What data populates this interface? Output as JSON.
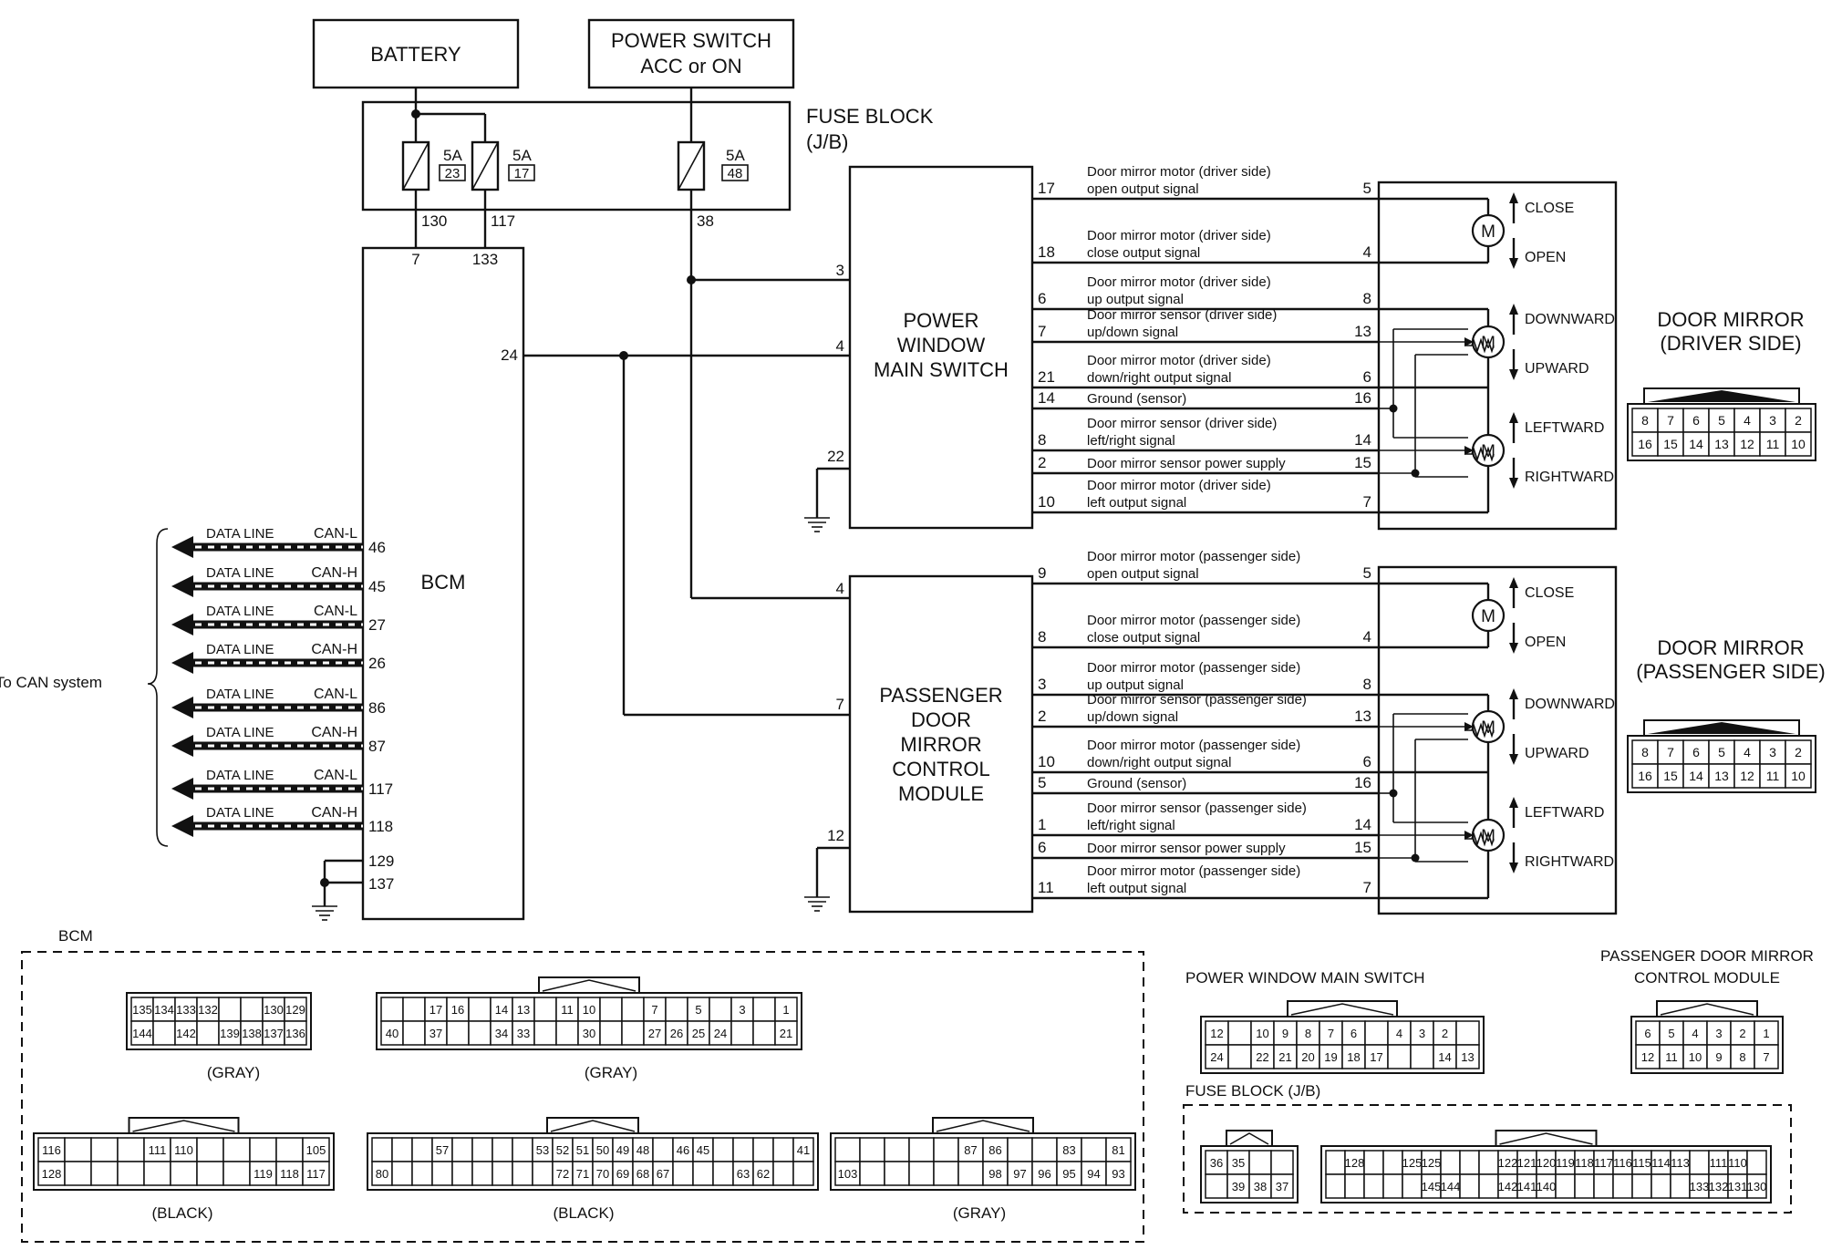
{
  "top": {
    "battery": "BATTERY",
    "power_switch_line1": "POWER SWITCH",
    "power_switch_line2": "ACC or ON",
    "fuse_block_line1": "FUSE BLOCK",
    "fuse_block_line2": "(J/B)",
    "fuses": [
      {
        "amp": "5A",
        "num": "23",
        "pin": "130"
      },
      {
        "amp": "5A",
        "num": "17",
        "pin": "117"
      },
      {
        "amp": "5A",
        "num": "48",
        "pin": "38"
      }
    ]
  },
  "bcm": {
    "label": "BCM",
    "pin_7": "7",
    "pin_133": "133",
    "pin_24": "24",
    "can_label": "To CAN system",
    "can_lines": [
      {
        "data": "DATA LINE",
        "type": "CAN-L",
        "pin": "46"
      },
      {
        "data": "DATA LINE",
        "type": "CAN-H",
        "pin": "45"
      },
      {
        "data": "DATA LINE",
        "type": "CAN-L",
        "pin": "27"
      },
      {
        "data": "DATA LINE",
        "type": "CAN-H",
        "pin": "26"
      },
      {
        "data": "DATA LINE",
        "type": "CAN-L",
        "pin": "86"
      },
      {
        "data": "DATA LINE",
        "type": "CAN-H",
        "pin": "87"
      },
      {
        "data": "DATA LINE",
        "type": "CAN-L",
        "pin": "117"
      },
      {
        "data": "DATA LINE",
        "type": "CAN-H",
        "pin": "118"
      }
    ],
    "ground_pins": [
      "129",
      "137"
    ]
  },
  "pwms": {
    "line1": "POWER",
    "line2": "WINDOW",
    "line3": "MAIN SWITCH",
    "pin_in_3": "3",
    "pin_in_4": "4",
    "pin_gnd": "22"
  },
  "pdmcm": {
    "line1": "PASSENGER",
    "line2": "DOOR",
    "line3": "MIRROR",
    "line4": "CONTROL",
    "line5": "MODULE",
    "pin_in_4": "4",
    "pin_in_7": "7",
    "pin_gnd": "12"
  },
  "driver_signals": [
    {
      "l": "17",
      "r": "5",
      "t1": "Door mirror motor (driver side)",
      "t2": "open output signal"
    },
    {
      "l": "18",
      "r": "4",
      "t1": "Door mirror motor (driver side)",
      "t2": "close output signal"
    },
    {
      "l": "6",
      "r": "8",
      "t1": "Door mirror motor (driver side)",
      "t2": "up output signal"
    },
    {
      "l": "7",
      "r": "13",
      "t1": "Door mirror sensor (driver side)",
      "t2": "up/down signal"
    },
    {
      "l": "21",
      "r": "6",
      "t1": "Door mirror motor (driver side)",
      "t2": "down/right output signal"
    },
    {
      "l": "14",
      "r": "16",
      "t1": "Ground (sensor)",
      "t2": ""
    },
    {
      "l": "8",
      "r": "14",
      "t1": "Door mirror sensor (driver side)",
      "t2": "left/right signal"
    },
    {
      "l": "2",
      "r": "15",
      "t1": "Door mirror sensor power supply",
      "t2": ""
    },
    {
      "l": "10",
      "r": "7",
      "t1": "Door mirror motor (driver side)",
      "t2": "left output signal"
    }
  ],
  "passenger_signals": [
    {
      "l": "9",
      "r": "5",
      "t1": "Door mirror motor (passenger side)",
      "t2": "open output signal"
    },
    {
      "l": "8",
      "r": "4",
      "t1": "Door mirror motor (passenger side)",
      "t2": "close output signal"
    },
    {
      "l": "3",
      "r": "8",
      "t1": "Door mirror motor (passenger side)",
      "t2": "up output signal"
    },
    {
      "l": "2",
      "r": "13",
      "t1": "Door mirror sensor (passenger side)",
      "t2": "up/down signal"
    },
    {
      "l": "10",
      "r": "6",
      "t1": "Door mirror motor (passenger side)",
      "t2": "down/right output signal"
    },
    {
      "l": "5",
      "r": "16",
      "t1": "Ground (sensor)",
      "t2": ""
    },
    {
      "l": "1",
      "r": "14",
      "t1": "Door mirror sensor (passenger side)",
      "t2": "left/right signal"
    },
    {
      "l": "6",
      "r": "15",
      "t1": "Door mirror sensor power supply",
      "t2": ""
    },
    {
      "l": "11",
      "r": "7",
      "t1": "Door mirror motor (passenger side)",
      "t2": "left output signal"
    }
  ],
  "motor_labels": {
    "m": "M",
    "close": "CLOSE",
    "open": "OPEN",
    "downward": "DOWNWARD",
    "upward": "UPWARD",
    "leftward": "LEFTWARD",
    "rightward": "RIGHTWARD"
  },
  "door_mirror_driver": {
    "line1": "DOOR MIRROR",
    "line2": "(DRIVER SIDE)",
    "top": [
      "8",
      "7",
      "6",
      "5",
      "4",
      "3",
      "2"
    ],
    "bottom": [
      "16",
      "15",
      "14",
      "13",
      "12",
      "11",
      "10"
    ]
  },
  "door_mirror_passenger": {
    "line1": "DOOR MIRROR",
    "line2": "(PASSENGER SIDE)",
    "top": [
      "8",
      "7",
      "6",
      "5",
      "4",
      "3",
      "2"
    ],
    "bottom": [
      "16",
      "15",
      "14",
      "13",
      "12",
      "11",
      "10"
    ]
  },
  "bcm_connectors": {
    "title": "BCM",
    "c1": {
      "color": "(GRAY)",
      "top": [
        "135",
        "134",
        "133",
        "132",
        "",
        "",
        "130",
        "129"
      ],
      "bottom": [
        "144",
        "",
        "142",
        "",
        "139",
        "138",
        "137",
        "136"
      ]
    },
    "c2": {
      "color": "(GRAY)",
      "top": [
        "",
        "",
        "17",
        "16",
        "",
        "14",
        "13",
        "",
        "11",
        "10",
        "",
        "",
        "7",
        "",
        "5",
        "",
        "3",
        "",
        "1"
      ],
      "bottom": [
        "40",
        "",
        "37",
        "",
        "",
        "34",
        "33",
        "",
        "",
        "30",
        "",
        "",
        "27",
        "26",
        "25",
        "24",
        "",
        "",
        "21"
      ]
    },
    "c3": {
      "color": "(BLACK)",
      "top": [
        "116",
        "",
        "",
        "",
        "111",
        "110",
        "",
        "",
        "",
        "",
        "105"
      ],
      "bottom": [
        "128",
        "",
        "",
        "",
        "",
        "",
        "",
        "",
        "119",
        "118",
        "117"
      ]
    },
    "c4": {
      "color": "(BLACK)",
      "top": [
        "",
        "",
        "",
        "57",
        "",
        "",
        "",
        "",
        "53",
        "52",
        "51",
        "50",
        "49",
        "48",
        "",
        "46",
        "45",
        "",
        "",
        "",
        "",
        "41"
      ],
      "bottom": [
        "80",
        "",
        "",
        "",
        "",
        "",
        "",
        "",
        "",
        "72",
        "71",
        "70",
        "69",
        "68",
        "67",
        "",
        "",
        "",
        "63",
        "62",
        "",
        ""
      ]
    },
    "c5": {
      "color": "(GRAY)",
      "top": [
        "",
        "",
        "",
        "",
        "",
        "87",
        "86",
        "",
        "",
        "83",
        "",
        "81"
      ],
      "bottom": [
        "103",
        "",
        "",
        "",
        "",
        "",
        "98",
        "97",
        "96",
        "95",
        "94",
        "93"
      ]
    }
  },
  "pwms_connector": {
    "title": "POWER WINDOW MAIN SWITCH",
    "top": [
      "12",
      "",
      "10",
      "9",
      "8",
      "7",
      "6",
      "",
      "4",
      "3",
      "2",
      ""
    ],
    "bottom": [
      "24",
      "",
      "22",
      "21",
      "20",
      "19",
      "18",
      "17",
      "",
      "",
      "14",
      "13"
    ]
  },
  "pdmcm_connector": {
    "title1": "PASSENGER DOOR MIRROR",
    "title2": "CONTROL MODULE",
    "top": [
      "6",
      "5",
      "4",
      "3",
      "2",
      "1"
    ],
    "bottom": [
      "12",
      "11",
      "10",
      "9",
      "8",
      "7"
    ]
  },
  "fuse_connectors": {
    "title": "FUSE BLOCK (J/B)",
    "c1": {
      "top": [
        "36",
        "35",
        "",
        ""
      ],
      "bottom": [
        "",
        "39",
        "38",
        "37"
      ]
    },
    "c2": {
      "top": [
        "",
        "128",
        "",
        "",
        "125",
        "125",
        "",
        "",
        "",
        "122",
        "121",
        "120",
        "119",
        "118",
        "117",
        "116",
        "115",
        "114",
        "113",
        "",
        "111",
        "110"
      ],
      "bottom": [
        "",
        "",
        "",
        "",
        "",
        "145",
        "144",
        "",
        "",
        "142",
        "141",
        "140",
        "",
        "",
        "",
        "",
        "",
        "",
        "",
        "133",
        "132",
        "131",
        "130"
      ]
    }
  }
}
